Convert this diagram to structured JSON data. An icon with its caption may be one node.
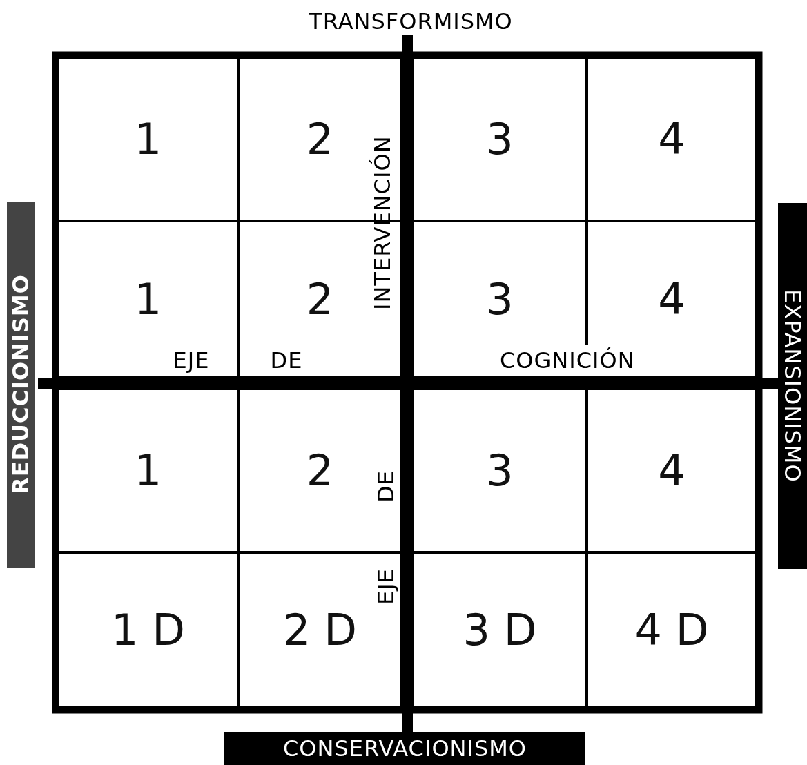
{
  "diagram": {
    "nodes": [
      {
        "text": [
          "1"
        ]
      },
      {
        "text": [
          "2"
        ]
      },
      {
        "text": [
          "3"
        ]
      },
      {
        "text": [
          "4"
        ]
      },
      {
        "text": [
          "1"
        ]
      },
      {
        "text": [
          "2"
        ]
      },
      {
        "text": [
          "3"
        ]
      },
      {
        "text": [
          "4"
        ]
      },
      {
        "text": [
          "1"
        ]
      },
      {
        "text": [
          "2"
        ]
      },
      {
        "text": [
          "3"
        ]
      },
      {
        "text": [
          "4"
        ]
      },
      {
        "text": [
          "1 D"
        ]
      },
      {
        "text": [
          "2 D"
        ]
      },
      {
        "text": [
          "3 D"
        ]
      },
      {
        "text": [
          "4 D"
        ]
      }
    ],
    "labels": [
      "TRANSFORMISMO",
      "INTERVENCIÓN",
      "REDUCCIONISMO",
      "EXPANSIONISMO",
      "EJE",
      "DE",
      "COGNICIÓN",
      "DE",
      "EJE",
      "CONSERVACIONISMO"
    ]
  }
}
